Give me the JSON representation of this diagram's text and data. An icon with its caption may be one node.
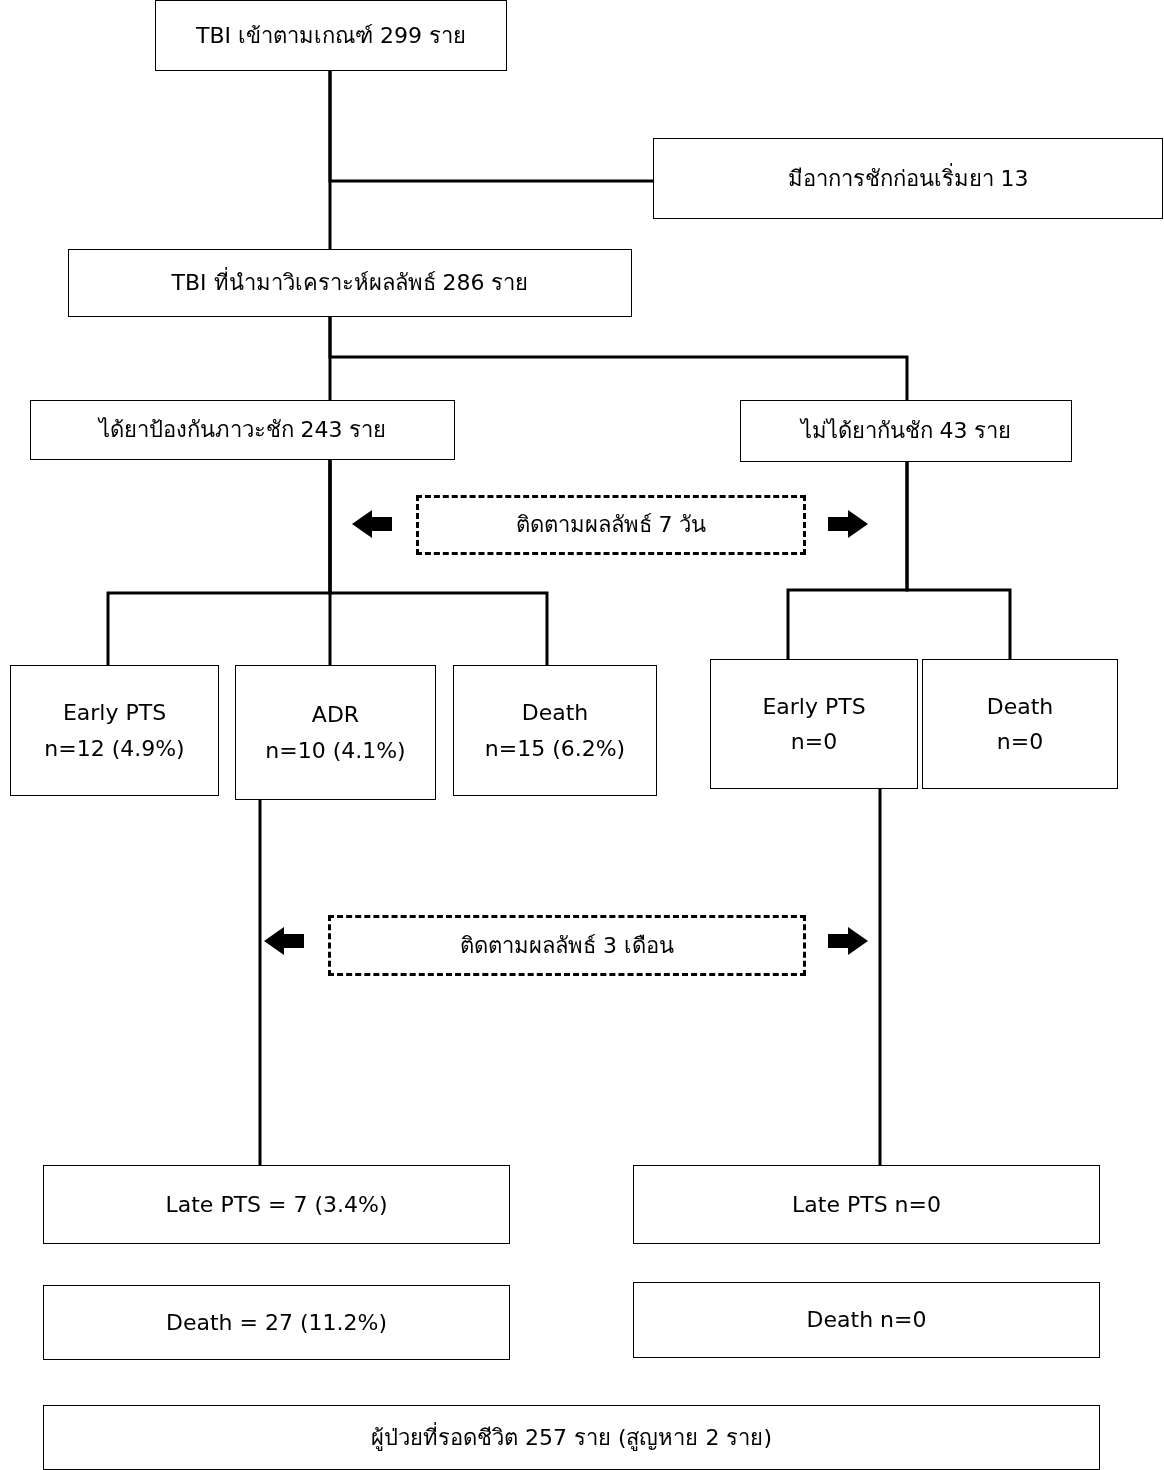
{
  "diagram": {
    "nodes": [
      {
        "text": [
          "TBI เข้าตามเกณฑ์ 299 ราย"
        ]
      },
      {
        "text": [
          "มีอาการชักก่อนเริ่มยา 13"
        ]
      },
      {
        "text": [
          "TBI ที่นำมาวิเคราะห์ผลลัพธ์ 286 ราย"
        ]
      },
      {
        "text": [
          "ได้ยาป้องกันภาวะชัก 243 ราย"
        ]
      },
      {
        "text": [
          "ไม่ได้ยากันชัก 43 ราย"
        ]
      },
      {
        "text": [
          "ติดตามผลลัพธ์ 7 วัน"
        ]
      },
      {
        "text": [
          "Early PTS",
          "n=12 (4.9%)"
        ]
      },
      {
        "text": [
          "ADR",
          "n=10 (4.1%)"
        ]
      },
      {
        "text": [
          "Death",
          "n=15 (6.2%)"
        ]
      },
      {
        "text": [
          "Early PTS",
          "n=0"
        ]
      },
      {
        "text": [
          "Death",
          "n=0"
        ]
      },
      {
        "text": [
          "ติดตามผลลัพธ์ 3 เดือน"
        ]
      },
      {
        "text": [
          "Late PTS = 7 (3.4%)"
        ]
      },
      {
        "text": [
          "Late PTS n=0"
        ]
      },
      {
        "text": [
          "Death = 27 (11.2%)"
        ]
      },
      {
        "text": [
          "Death n=0"
        ]
      },
      {
        "text": [
          "ผู้ป่วยที่รอดชีวิต 257 ราย (สูญหาย 2 ราย)"
        ]
      }
    ],
    "edges": [
      {
        "from": 0,
        "to": 1,
        "arrow": "none"
      },
      {
        "from": 0,
        "to": 2,
        "arrow": "none"
      },
      {
        "from": 2,
        "to": 3,
        "arrow": "none"
      },
      {
        "from": 2,
        "to": 4,
        "arrow": "none"
      },
      {
        "from": 3,
        "to": 6,
        "arrow": "none"
      },
      {
        "from": 3,
        "to": 7,
        "arrow": "none"
      },
      {
        "from": 3,
        "to": 8,
        "arrow": "none"
      },
      {
        "from": 4,
        "to": 9,
        "arrow": "none"
      },
      {
        "from": 4,
        "to": 10,
        "arrow": "none"
      },
      {
        "from": 7,
        "to": 12,
        "arrow": "none"
      },
      {
        "from": 9,
        "to": 13,
        "arrow": "none"
      }
    ]
  }
}
